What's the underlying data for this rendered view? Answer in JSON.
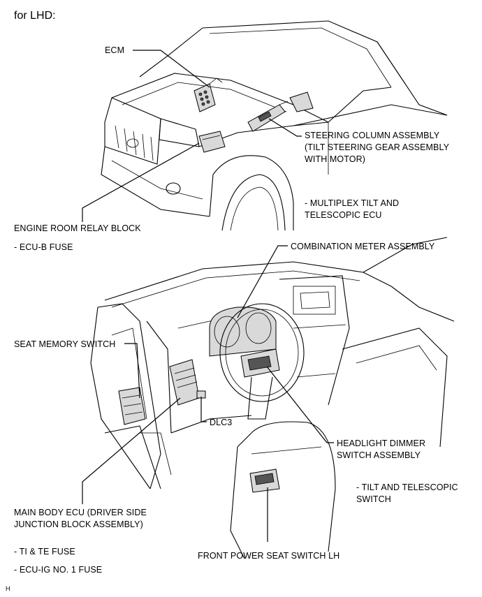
{
  "heading": "for LHD:",
  "corner_mark": "H",
  "labels": {
    "ecm": "ECM",
    "steering_column_1": "STEERING COLUMN ASSEMBLY",
    "steering_column_2": "(TILT STEERING GEAR ASSEMBLY",
    "steering_column_3": "WITH MOTOR)",
    "multiplex_1": "- MULTIPLEX TILT AND",
    "multiplex_2": "TELESCOPIC ECU",
    "engine_room_relay": "ENGINE ROOM RELAY BLOCK",
    "ecu_b_fuse": "- ECU-B FUSE",
    "combination_meter": "COMBINATION METER ASSEMBLY",
    "seat_memory_switch": "SEAT MEMORY SWITCH",
    "dlc3": "DLC3",
    "headlight_dimmer_1": "HEADLIGHT DIMMER",
    "headlight_dimmer_2": "SWITCH ASSEMBLY",
    "tilt_telescopic_1": "- TILT AND TELESCOPIC",
    "tilt_telescopic_2": "SWITCH",
    "main_body_ecu_1": "MAIN BODY ECU (DRIVER SIDE",
    "main_body_ecu_2": "JUNCTION BLOCK ASSEMBLY)",
    "ti_te_fuse": "- TI & TE FUSE",
    "front_power_seat": "FRONT POWER SEAT SWITCH LH",
    "ecu_ig_fuse": "- ECU-IG NO. 1 FUSE"
  }
}
